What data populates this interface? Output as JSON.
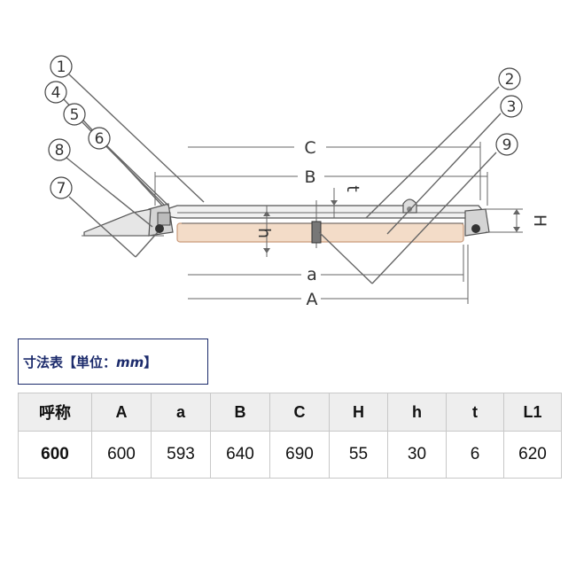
{
  "diagram": {
    "callouts": [
      "1",
      "2",
      "3",
      "4",
      "5",
      "6",
      "7",
      "8",
      "9"
    ],
    "dimension_labels": {
      "C": "C",
      "B": "B",
      "a": "a",
      "A": "A",
      "H": "H",
      "h": "h",
      "t": "t"
    },
    "colors": {
      "wood_panel": "#f3dcc8",
      "wood_edge": "#c99a7a",
      "frame_gray": "#8c8c8c"
    }
  },
  "table_title": {
    "prefix": "寸法表【単位：",
    "unit": "mm",
    "suffix": "】"
  },
  "table": {
    "headers": [
      "呼称",
      "A",
      "a",
      "B",
      "C",
      "H",
      "h",
      "t",
      "L1"
    ],
    "rows": [
      [
        "600",
        "600",
        "593",
        "640",
        "690",
        "55",
        "30",
        "6",
        "620"
      ]
    ]
  }
}
